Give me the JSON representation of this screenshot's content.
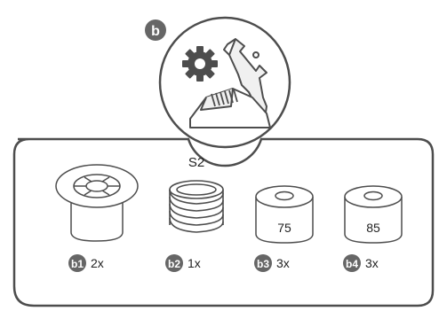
{
  "section": {
    "letter": "b"
  },
  "parts_box": {
    "s2_label": "S2",
    "items": [
      {
        "code": "b1",
        "quantity": "2x",
        "icon": "flange-spacer-icon"
      },
      {
        "code": "b2",
        "quantity": "1x",
        "icon": "coil-spring-icon"
      },
      {
        "code": "b3",
        "quantity": "3x",
        "value": "75",
        "icon": "cylinder-spacer-icon"
      },
      {
        "code": "b4",
        "quantity": "3x",
        "value": "85",
        "icon": "cylinder-spacer-icon"
      }
    ]
  },
  "colors": {
    "badge": "#666666",
    "outline": "#4d4d4d",
    "fill_light": "#f0f0f0"
  }
}
